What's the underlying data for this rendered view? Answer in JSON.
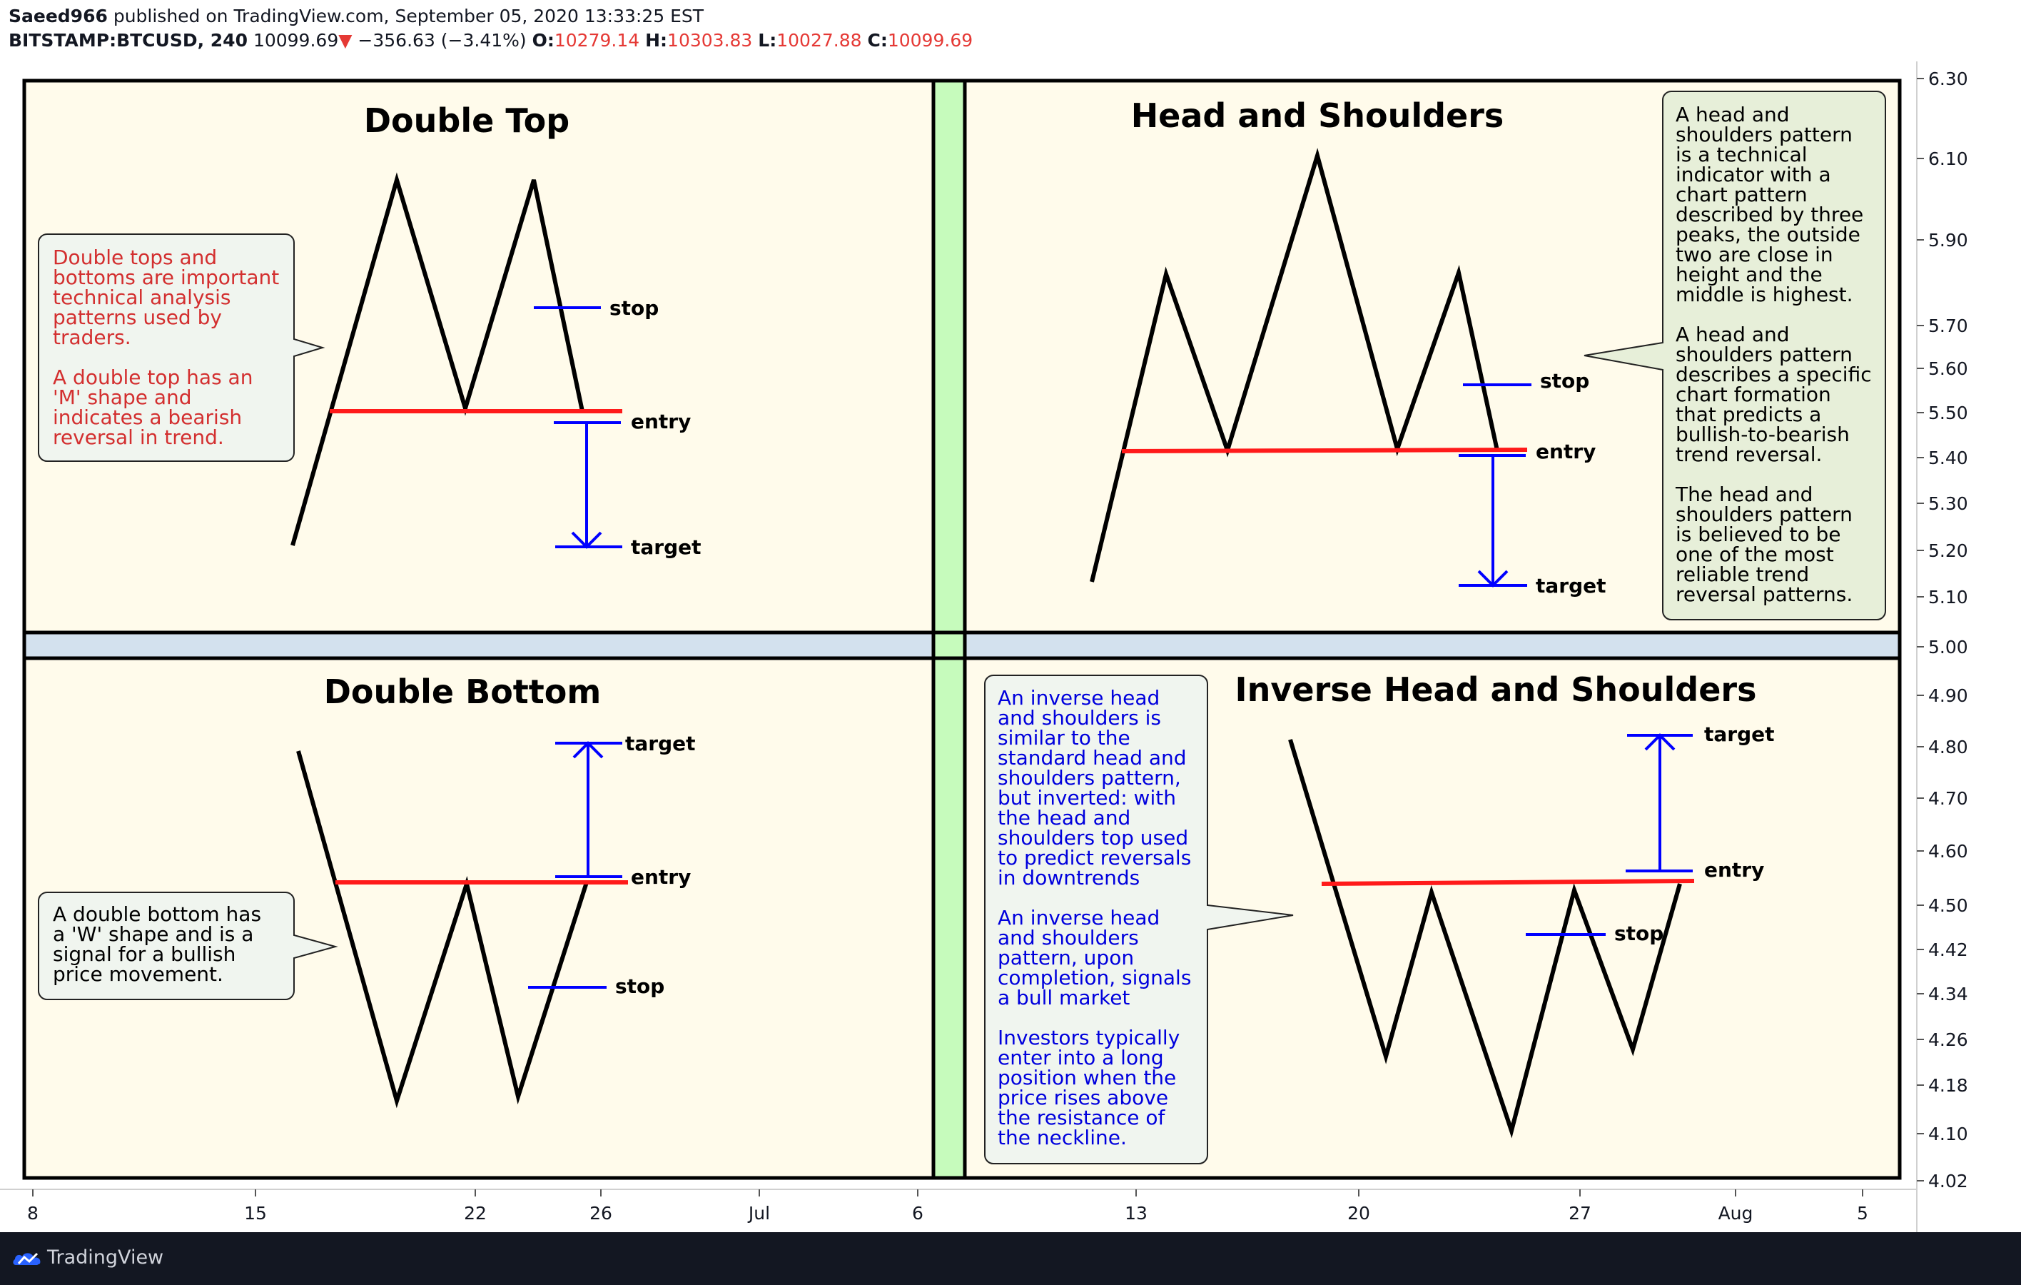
{
  "header": {
    "author": "Saeed966",
    "published": "published on TradingView.com, September 05, 2020 13:33:25 EST",
    "symbol": "BITSTAMP:BTCUSD, 240",
    "last": "10099.69",
    "arrow": "▼",
    "change": "−356.63 (−3.41%)",
    "o_label": "O:",
    "o": "10279.14",
    "h_label": "H:",
    "h": "10303.83",
    "l_label": "L:",
    "l": "10027.88",
    "c_label": "C:",
    "c": "10099.69"
  },
  "y_axis": {
    "ticks": [
      "6.30",
      "6.10",
      "5.90",
      "5.70",
      "5.60",
      "5.50",
      "5.40",
      "5.30",
      "5.20",
      "5.10",
      "5.00",
      "4.90",
      "4.80",
      "4.70",
      "4.60",
      "4.50",
      "4.42",
      "4.34",
      "4.26",
      "4.18",
      "4.10",
      "4.02"
    ]
  },
  "x_axis": {
    "ticks": [
      "8",
      "15",
      "22",
      "26",
      "Jul",
      "6",
      "13",
      "20",
      "27",
      "Aug",
      "5"
    ]
  },
  "panels": {
    "double_top": {
      "title": "Double Top",
      "note_lines": [
        "Double tops and",
        "bottoms are important",
        "technical analysis",
        "patterns used by",
        "traders.",
        "",
        "A double top has an",
        "'M' shape and",
        "indicates a bearish",
        "reversal in trend."
      ],
      "stop": "stop",
      "entry": "entry",
      "target": "target"
    },
    "head_shoulders": {
      "title": "Head and Shoulders",
      "note_lines": [
        "A head and",
        "shoulders pattern",
        "is a technical",
        "indicator with a",
        "chart pattern",
        "described by three",
        "peaks, the outside",
        "two are close in",
        "height and the",
        "middle is highest.",
        "",
        "A head and",
        "shoulders pattern",
        "describes a specific",
        "chart formation",
        "that predicts a",
        "bullish-to-bearish",
        "trend reversal.",
        "",
        "The head and",
        "shoulders pattern",
        "is believed to be",
        "one of the most",
        "reliable trend",
        "reversal patterns."
      ],
      "stop": "stop",
      "entry": "entry",
      "target": "target"
    },
    "double_bottom": {
      "title": "Double Bottom",
      "note_lines": [
        "A double bottom has",
        "a 'W' shape and is a",
        "signal for a bullish",
        "price movement."
      ],
      "stop": "stop",
      "entry": "entry",
      "target": "target"
    },
    "inverse_hs": {
      "title": "Inverse Head and Shoulders",
      "note_lines": [
        "An inverse head",
        "and shoulders is",
        "similar to the",
        "standard head and",
        "shoulders pattern,",
        "but inverted: with",
        "the head and",
        "shoulders top used",
        "to predict reversals",
        "in downtrends",
        "",
        "An inverse head",
        "and shoulders",
        "pattern, upon",
        "completion, signals",
        "a bull market",
        "",
        "Investors typically",
        "enter into a long",
        "position when the",
        "price rises above",
        "the resistance of",
        "the neckline."
      ],
      "stop": "stop",
      "entry": "entry",
      "target": "target"
    }
  },
  "colors": {
    "panel_bg": "#fffbeb",
    "neckline": "#ff1a1a",
    "levels": "#0000ff",
    "red_note": "#d32f2f",
    "blue_note": "#0000dd",
    "green_bar": "#c6fbbc",
    "blue_bar": "#d3e1ee"
  },
  "footer": {
    "brand": "TradingView"
  },
  "chart_data": {
    "type": "line",
    "title": "",
    "y_ticks": [
      6.3,
      6.1,
      5.9,
      5.7,
      5.6,
      5.5,
      5.4,
      5.3,
      5.2,
      5.1,
      5.0,
      4.9,
      4.8,
      4.7,
      4.6,
      4.5,
      4.42,
      4.34,
      4.26,
      4.18,
      4.1,
      4.02
    ],
    "x_ticks": [
      "8",
      "15",
      "22",
      "26",
      "Jul",
      "6",
      "13",
      "20",
      "27",
      "Aug",
      "5"
    ],
    "series": [
      {
        "name": "Double Top"
      },
      {
        "name": "Head and Shoulders"
      },
      {
        "name": "Double Bottom"
      },
      {
        "name": "Inverse Head and Shoulders"
      }
    ]
  }
}
